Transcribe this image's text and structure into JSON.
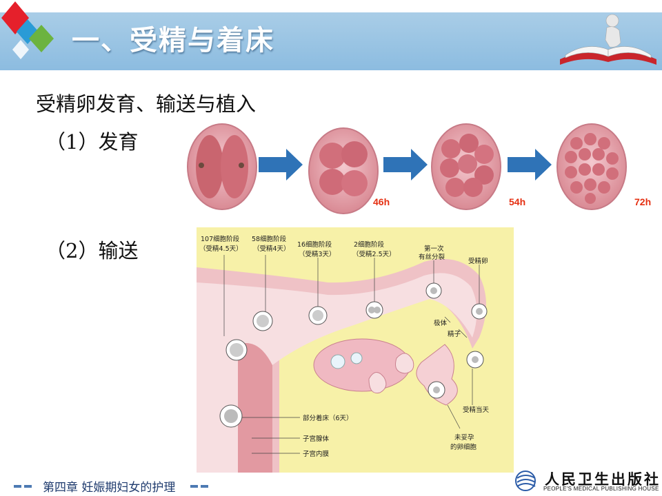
{
  "header": {
    "title": "一、受精与着床"
  },
  "content": {
    "subtitle": "受精卵发育、输送与植入",
    "section1": "（1）发育",
    "section2": "（2）输送",
    "time_labels": [
      "46h",
      "54h",
      "72h"
    ]
  },
  "diagram": {
    "labels": {
      "stage107": "107细胞阶段",
      "stage107_day": "（受精4.5天）",
      "stage58": "58细胞阶段",
      "stage58_day": "（受精4天）",
      "stage16": "16细胞阶段",
      "stage16_day": "（受精3天）",
      "stage2": "2细胞阶段",
      "stage2_day": "（受精2.5天）",
      "first_division_1": "第一次",
      "first_division_2": "有丝分裂",
      "fertilized_egg": "受精卵",
      "polar_body": "极体",
      "sperm": "精子",
      "fertilization_day": "受精当天",
      "partial_implantation": "部分着床（6天）",
      "uterine_gland": "子宫腺体",
      "endometrium": "子宫内膜",
      "unfertilized_1": "未妥孕",
      "unfertilized_2": "的卵细胞"
    }
  },
  "footer": {
    "chapter": "第四章  妊娠期妇女的护理",
    "publisher_cn": "人民卫生出版社",
    "publisher_en": "PEOPLE'S MEDICAL PUBLISHING HOUSE"
  },
  "colors": {
    "header_band": "#9ac6e5",
    "time_label": "#e53012",
    "arrow": "#2f73b7",
    "diagram_bg": "#f7f1a8"
  }
}
